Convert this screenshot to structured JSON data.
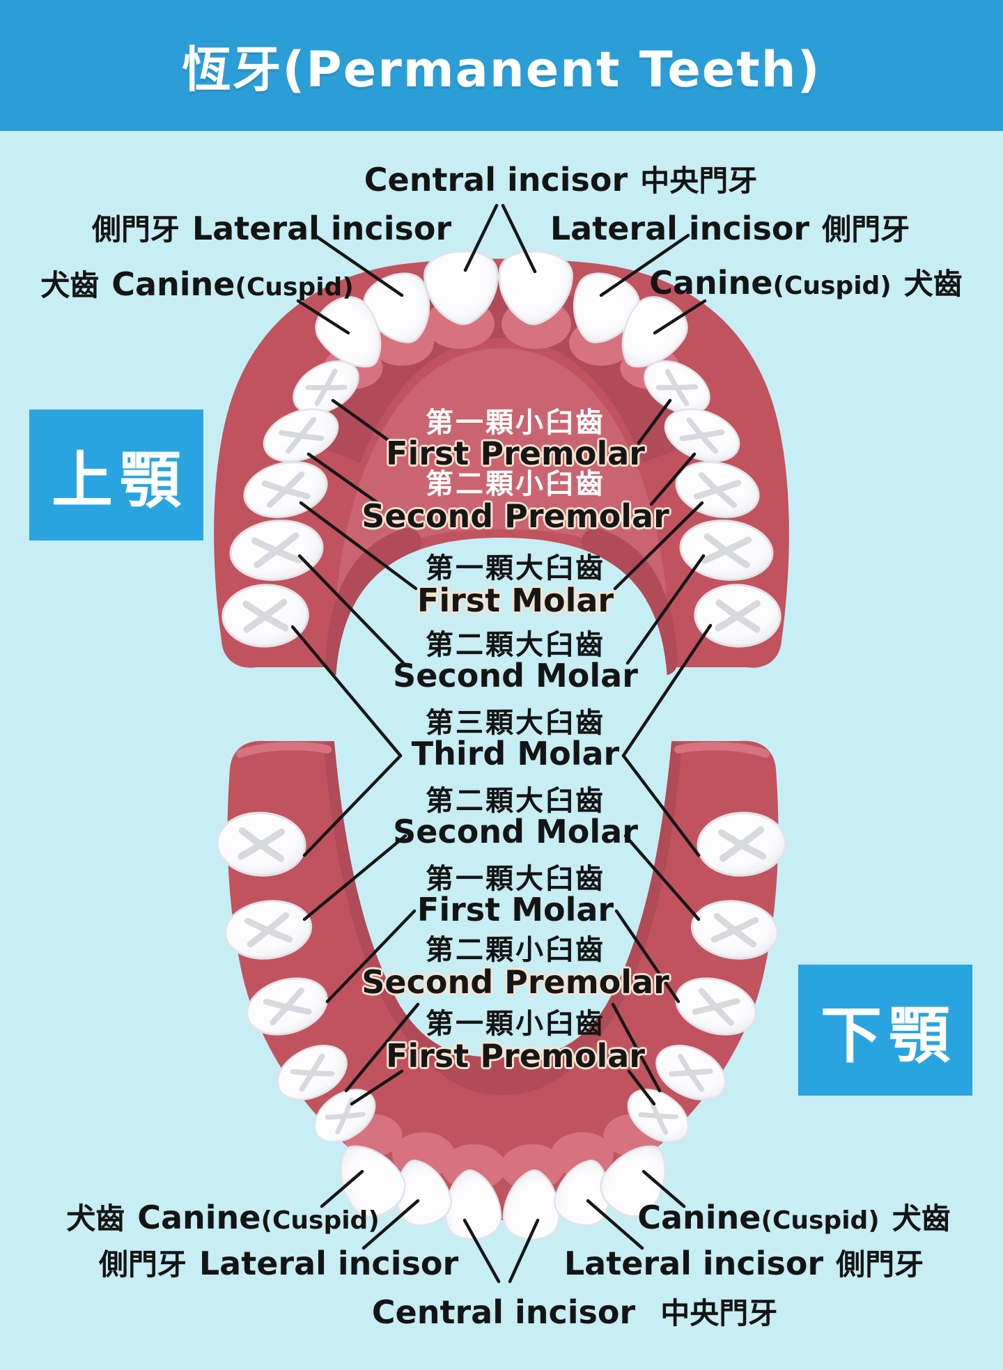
{
  "title": "恆牙(Permanent Teeth)",
  "side_boxes": {
    "upper": "上顎",
    "lower": "下顎"
  },
  "callouts": {
    "upper": {
      "central": {
        "en": "Central incisor",
        "zh": "中央門牙"
      },
      "lateral_left": {
        "zh": "側門牙",
        "en": "Lateral incisor"
      },
      "lateral_right": {
        "en": "Lateral incisor",
        "zh": "側門牙"
      },
      "canine_left": {
        "zh": "犬齒",
        "en": "Canine",
        "paren": "(Cuspid)"
      },
      "canine_right": {
        "en": "Canine",
        "paren": "(Cuspid)",
        "zh": "犬齒"
      }
    },
    "lower": {
      "central": {
        "en": "Central incisor",
        "zh": "中央門牙"
      },
      "lateral_left": {
        "zh": "側門牙",
        "en": "Lateral incisor"
      },
      "lateral_right": {
        "en": "Lateral incisor",
        "zh": "側門牙"
      },
      "canine_left": {
        "zh": "犬齒",
        "en": "Canine",
        "paren": "(Cuspid)"
      },
      "canine_right": {
        "en": "Canine",
        "paren": "(Cuspid)",
        "zh": "犬齒"
      }
    }
  },
  "tooth_rows": [
    {
      "zh": "第一顆小臼齒",
      "en": "First Premolar"
    },
    {
      "zh": "第二顆小臼齒",
      "en": "Second Premolar"
    },
    {
      "zh": "第一顆大臼齒",
      "en": "First Molar"
    },
    {
      "zh": "第二顆大臼齒",
      "en": "Second Molar"
    },
    {
      "zh": "第三顆大臼齒",
      "en": "Third Molar"
    },
    {
      "zh": "第二顆大臼齒",
      "en": "Second Molar"
    },
    {
      "zh": "第一顆大臼齒",
      "en": "First Molar"
    },
    {
      "zh": "第二顆小臼齒",
      "en": "Second Premolar"
    },
    {
      "zh": "第一顆小臼齒",
      "en": "First Premolar"
    }
  ],
  "colors": {
    "header_bg": "#2c9ed7",
    "page_bg": "#c7edf5",
    "box_bg": "#2aa4e0",
    "gum": "#c1535f",
    "gum_dark": "#b04b57",
    "gum_light": "#ca6470",
    "scallop": "#d6737f",
    "label_outline": "#f8e4cf",
    "line": "#161616"
  }
}
